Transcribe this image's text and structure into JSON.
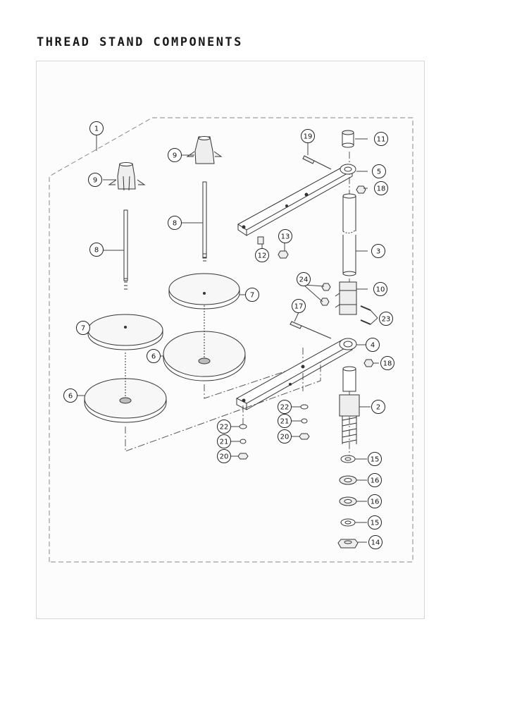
{
  "page": {
    "title": "THREAD STAND COMPONENTS"
  },
  "callouts": [
    "1",
    "2",
    "3",
    "4",
    "5",
    "6",
    "6",
    "7",
    "7",
    "8",
    "8",
    "9",
    "9",
    "10",
    "11",
    "12",
    "13",
    "14",
    "15",
    "15",
    "16",
    "16",
    "17",
    "18",
    "18",
    "19",
    "20",
    "20",
    "21",
    "21",
    "22",
    "22",
    "23",
    "24"
  ]
}
